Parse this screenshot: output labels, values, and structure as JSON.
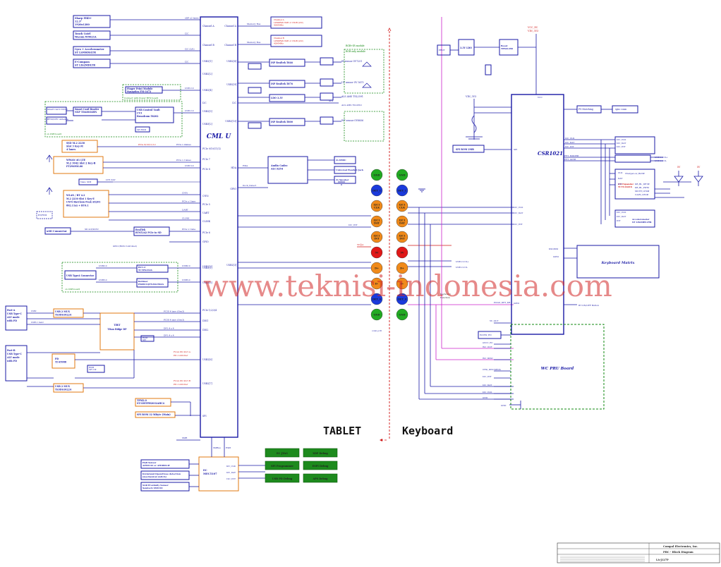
{
  "cpu": {
    "label": "CML U",
    "ports_left": [
      "Channel A",
      "Channel B",
      "USB2",
      "USB2",
      "USB2",
      "I2C",
      "USB3",
      "USB2",
      "HDA",
      "GPIO",
      "USB2",
      "USB2",
      "USB2",
      "PCIe",
      "PCIe",
      "CNVi",
      "UART",
      "CLINK",
      "PCIe",
      "GPIO",
      "USB3",
      "USB3",
      "PCIe",
      "USB3",
      "SPI",
      "SMB",
      "ESPI"
    ]
  },
  "csr": {
    "label": "CSR1021",
    "ports": [
      "VCC",
      "I2C_CLK",
      "I2C_DAT",
      "I2C_INT",
      "GPIO",
      "KSO/KSI",
      "SPI",
      "TX/RX",
      "GPIO"
    ]
  },
  "keyboard_matrix": "Keyboard Matrix",
  "wc_pru": "WC PRU Board",
  "tablet_label": "TABLET",
  "keyboard_label": "Keyboard",
  "watermark": "www.teknisi-indonesia.com",
  "top_left_blocks": [
    {
      "id": "panel",
      "lines": [
        "Sharp FHD+",
        "12.3\"",
        "1920x1280"
      ]
    },
    {
      "id": "touch",
      "lines": [
        "Touch Cntrl",
        "Wacom W9021A"
      ]
    },
    {
      "id": "accel",
      "lines": [
        "Gyro + Accelerometer",
        "ST LSM6DSLTR"
      ]
    },
    {
      "id": "ecompass",
      "lines": [
        "E-Compass",
        "ST LIS2MDLTR"
      ]
    }
  ],
  "fp_block": {
    "lines": [
      "Finger Print Module",
      "Synaptics FM-3472"
    ],
    "note": "Connect with Power BTN board"
  },
  "usb_board": {
    "lines": [
      "Smart Card Reader",
      "NXP TDA8034HN"
    ],
    "csc": [
      "USB Control Vault",
      "CV3",
      "Broadcom 58202"
    ],
    "left": [
      "Smart Card CONN",
      "RFID/NFC Antenna"
    ],
    "note": "on USB board"
  },
  "ssd": {
    "lines": [
      "SSD M.2 2230",
      "Slot 3 Key-M",
      "4 lanes"
    ]
  },
  "wwan": {
    "lines": [
      "WWAN 4G LTE",
      "M.2 3042 Slot 2 Key-B",
      "FT2969M.00"
    ],
    "sim": "Nano SIM"
  },
  "wlan": {
    "lines": [
      "WLAN / BT 4.2",
      "M.2 2230 Slot 1 Key-E",
      "CNVi Harrison Peak AX201",
      "802.11ax + BT4.1"
    ],
    "bt_note": "BT/FPM"
  },
  "sd": {
    "label": "uSD Connector",
    "chip": [
      "RealTek",
      "RTS5242 PCIe to SD"
    ],
    "gpio": "GPIO (BIOS Controlled)"
  },
  "usb_typea": {
    "label": "USB TypeA Connector",
    "chips": [
      [
        "BC1.2",
        "TI TPS2546"
      ],
      [
        "Retimer",
        "PS8811QFN36GTR2A"
      ]
    ],
    "note": "on USB board"
  },
  "tbt": {
    "label": "TBT",
    "sub": "Titan Ridge DP",
    "rom": [
      "ROM",
      "SPI"
    ]
  },
  "port_a": {
    "lines": [
      "Port-A",
      "USB Type-C",
      "ALT mode",
      "with PD"
    ],
    "mux": [
      "USB 2 MUX",
      "TS3DS10224"
    ]
  },
  "port_b": {
    "lines": [
      "Port-B",
      "USB Type-C",
      "ALT mode",
      "with PD"
    ],
    "mux": [
      "USB 2 MUX",
      "TS3DS10224"
    ],
    "pd": [
      "PD",
      "TI 65988"
    ]
  },
  "tpm": {
    "lines": [
      "TPM2.0",
      "ST33HTPH2032AHC4"
    ]
  },
  "spi_rom": {
    "lines": [
      "SPI ROM 32 MByte (Main)"
    ]
  },
  "ec": {
    "lines": [
      "EC",
      "MEC5107"
    ],
    "ports": [
      "I2C_CLK",
      "I2C_DAT",
      "I2C_INT"
    ],
    "left": [
      [
        "Hall Sensor",
        "APX9132 or AH1806-W"
      ],
      [
        "Kickstand Open/Close detection",
        "(mechanical switch)"
      ],
      [
        "SAR Proximity Sensor",
        "Semtech SX9310"
      ]
    ]
  },
  "debug_buttons": [
    "EC JTAG",
    "XDP Debug",
    "SPI Programmer",
    "ESPI Debug",
    "USB PD Debug",
    "APS Debug"
  ],
  "camera": [
    {
      "chip": "ISP Realtek 5846",
      "sensor": "IR sensor OV7251",
      "note": "RGB+IR module"
    },
    {
      "chip": "ISP Realtek 5876",
      "sensor": "UF sensor OV 5675",
      "note": "RGB only module"
    },
    {
      "chip": "LDO 3.3V",
      "sensor": "ALS AMS TSL2591",
      "note": ""
    },
    {
      "chip": "ISP Realtek 5800",
      "sensor": "WF sensor OV8856",
      "note": ""
    }
  ],
  "audio": {
    "lines": [
      "Audio Codec",
      "ALC3254"
    ],
    "outs": [
      "2x DMIC",
      "Universal Headset Jack",
      "2x Speaker"
    ]
  },
  "pogo_left": [
    {
      "label": "GND",
      "color": "#22aa22"
    },
    {
      "label": "DET_1",
      "color": "#1a3adc"
    },
    {
      "label": "I2C1 CLK",
      "color": "#f08a1a"
    },
    {
      "label": "I2C1 DAT",
      "color": "#f08a1a"
    },
    {
      "label": "I2C1 INT",
      "color": "#f08a1a"
    },
    {
      "label": "5V",
      "color": "#e01818"
    },
    {
      "label": "D+",
      "color": "#f08a1a"
    },
    {
      "label": "D-",
      "color": "#f08a1a"
    },
    {
      "label": "DET_0",
      "color": "#1a3adc"
    },
    {
      "label": "GND",
      "color": "#22aa22"
    }
  ],
  "pogo_right": [
    {
      "label": "GND",
      "color": "#22aa22"
    },
    {
      "label": "DET_1",
      "color": "#1a3adc"
    },
    {
      "label": "I2C1 CLK",
      "color": "#f08a1a"
    },
    {
      "label": "I2C1 DAT",
      "color": "#f08a1a"
    },
    {
      "label": "I2C1 INT",
      "color": "#f08a1a"
    },
    {
      "label": "5V",
      "color": "#e01818"
    },
    {
      "label": "D+",
      "color": "#f08a1a"
    },
    {
      "label": "D-",
      "color": "#f08a1a"
    },
    {
      "label": "DET_0",
      "color": "#1a3adc"
    },
    {
      "label": "GND",
      "color": "#22aa22"
    }
  ],
  "kb_side": {
    "ldo": "3.3V LDO",
    "boost": "Boost TPS61290",
    "vcc_ec": "VCC_EC",
    "vin": "VIN_3V3",
    "vin3v3": "VIN_3V3",
    "spi_rom": "SPI ROM 2MB",
    "fs_match": "FS Matching",
    "sync": "sync conn",
    "i2c_bus": [
      [
        "I2C CLK",
        "I2C DAT",
        "I2C INT"
      ]
    ],
    "fft": [
      "FFT_MODE#",
      "FFT_ALT#"
    ],
    "usb_dp": [
      "USB 2.0 D+",
      "USB 2.0 D-"
    ],
    "charge_led": "ChargeLow_BAT#",
    "io_exp": [
      "I/O Expander",
      "TI TCA6416"
    ],
    "led_sigs": [
      "KB_BL_DET#",
      "KB_BL_PWM",
      "MUTE_LED#",
      "CAPS_LED#"
    ],
    "accel": [
      "Accelerometer",
      "ST LIS2DH12TR"
    ],
    "bt_button": "BT ON/OFF Button",
    "pogo_det": "POGO_DET_KB",
    "wc_sigs": [
      "WCPW_EN",
      "nVCC_EC",
      "WC_OUT",
      "WC_DISC",
      "CHG_DISCSENS",
      "I2C_INT",
      "I2C_DAT",
      "I2C_CLK",
      "GND"
    ],
    "vout": "5V_OUT",
    "led5v": [
      "5V",
      "5V"
    ]
  },
  "dock": "Dock_Detect",
  "title_block": {
    "company": "Compal Electronics, Inc.",
    "title": "PBC - Block Diagram",
    "doc": "LA-J127P"
  }
}
